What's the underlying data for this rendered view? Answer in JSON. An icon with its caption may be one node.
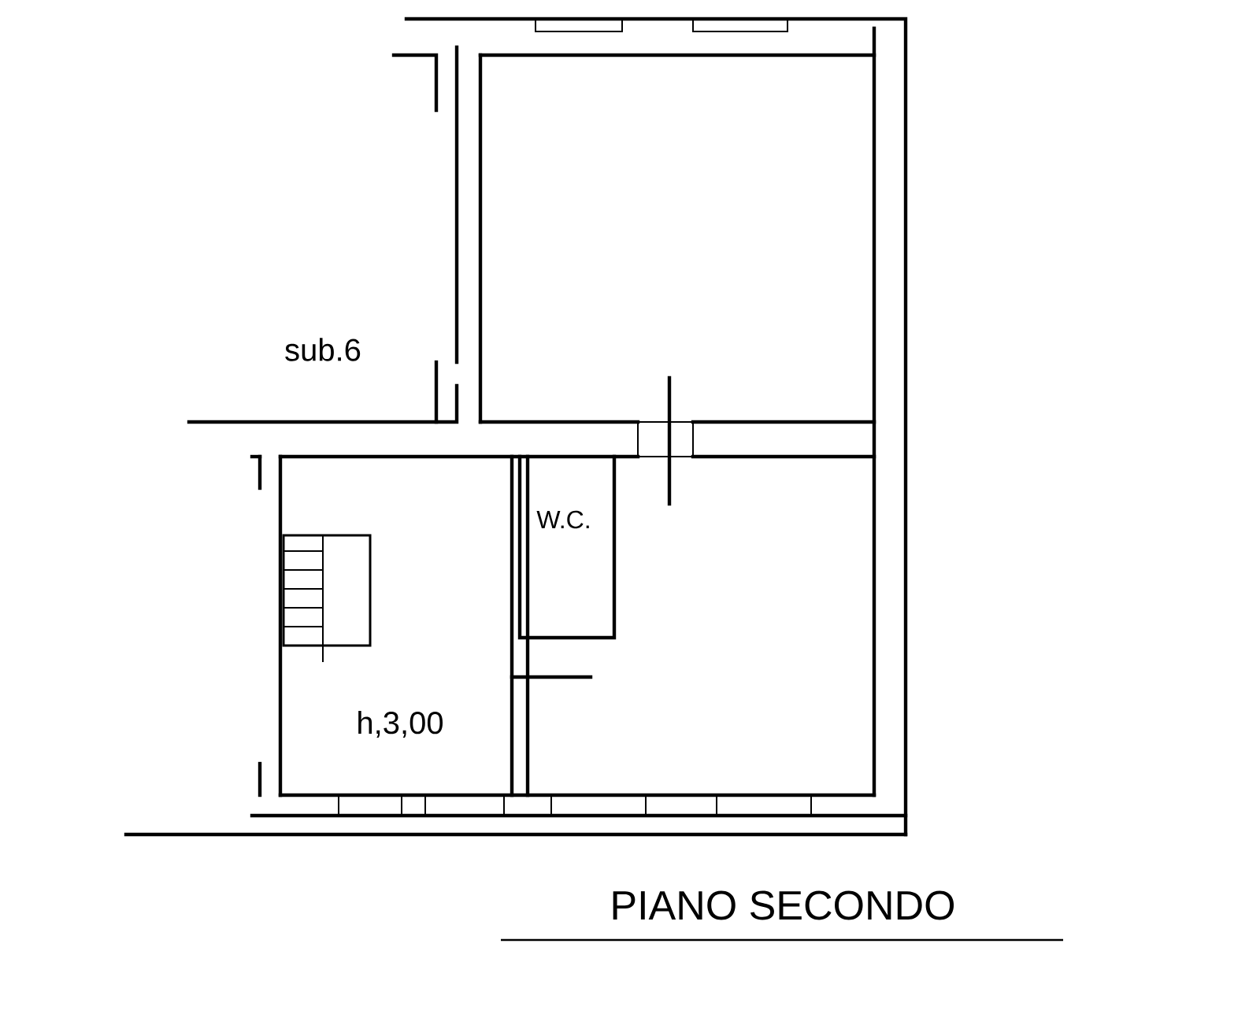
{
  "diagram": {
    "title": "PIANO SECONDO",
    "labels": [
      "sub.6",
      "W.C.",
      "h,3,00"
    ]
  }
}
